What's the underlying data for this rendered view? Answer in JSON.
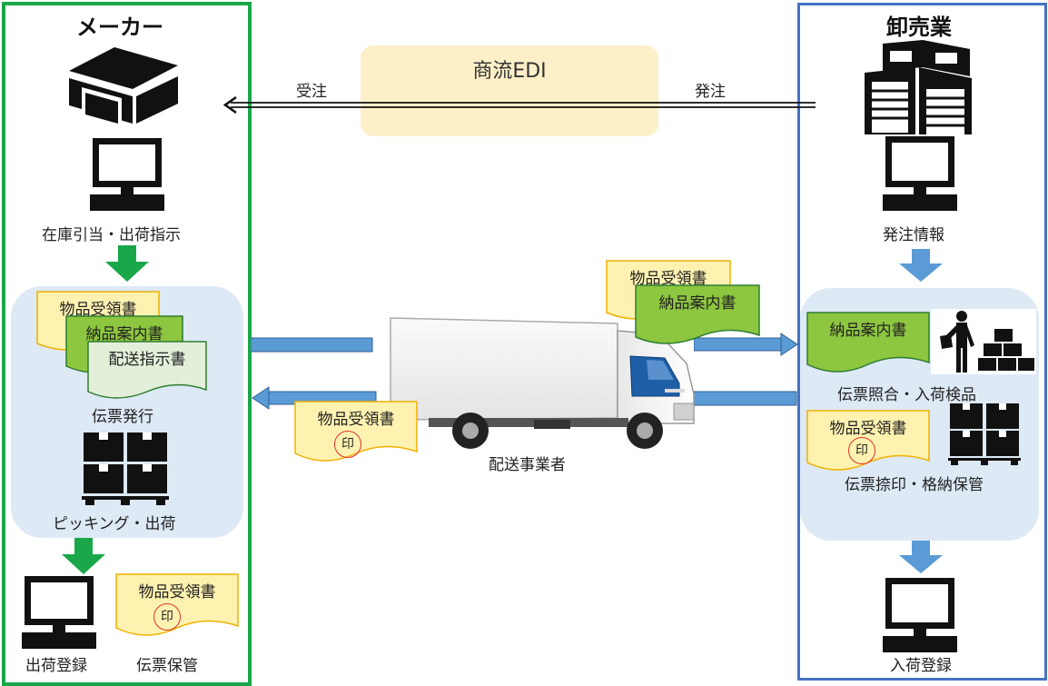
{
  "maker": {
    "title": "メーカー",
    "stock_label": "在庫引当・出荷指示",
    "slip_issue_label": "伝票発行",
    "picking_label": "ピッキング・出荷",
    "shipment_register_label": "出荷登録",
    "slip_storage_label": "伝票保管",
    "docs": {
      "receipt": "物品受領書",
      "delivery_guide": "納品案内書",
      "shipping_instruction": "配送指示書",
      "stored_receipt": "物品受領書",
      "stamp": "印"
    }
  },
  "edi": {
    "title": "商流EDI",
    "receive_label": "受注",
    "order_label": "発注"
  },
  "carrier": {
    "label": "配送事業者",
    "docs": {
      "receipt_top": "物品受領書",
      "delivery_guide": "納品案内書",
      "receipt_return": "物品受領書",
      "stamp": "印"
    }
  },
  "wholesaler": {
    "title": "卸売業",
    "order_info_label": "発注情報",
    "inspection_label": "伝票照合・入荷検品",
    "stamp_storage_label": "伝票捺印・格納保管",
    "arrival_register_label": "入荷登録",
    "docs": {
      "delivery_guide": "納品案内書",
      "receipt": "物品受領書",
      "stamp": "印"
    }
  },
  "colors": {
    "maker_border": "#1aa74a",
    "wholesaler_border": "#4472c4",
    "zone_fill": "#dde9f5",
    "edi_fill": "#fdefc8",
    "doc_yellow": "#fff2b0",
    "doc_green": "#8dc63f",
    "doc_lightgreen": "#e2efd9",
    "flow_green": "#1aa74a",
    "flow_blue": "#5b9bd5",
    "stamp_red": "#e03030"
  }
}
